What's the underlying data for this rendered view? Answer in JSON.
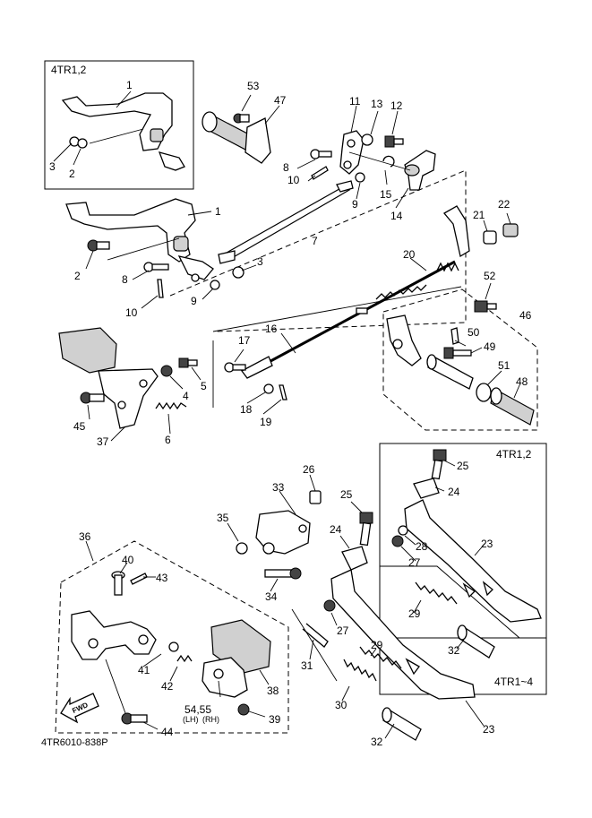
{
  "diagram": {
    "drawing_code": "4TR6010-838P",
    "fwd_label": "FWD",
    "frame_labels": {
      "variant_a_top": "4TR1,2",
      "variant_a_right": "4TR1,2",
      "variant_b_right": "4TR1~4"
    },
    "sub_labels": {
      "lh": "(LH)",
      "rh": "(RH)"
    },
    "callouts": [
      "1",
      "1",
      "2",
      "2",
      "3",
      "3",
      "4",
      "5",
      "6",
      "7",
      "8",
      "8",
      "9",
      "9",
      "10",
      "10",
      "11",
      "12",
      "13",
      "14",
      "15",
      "16",
      "17",
      "18",
      "19",
      "20",
      "21",
      "22",
      "23",
      "23",
      "24",
      "24",
      "25",
      "25",
      "26",
      "27",
      "27",
      "28",
      "29",
      "29",
      "30",
      "31",
      "32",
      "32",
      "33",
      "34",
      "35",
      "36",
      "37",
      "38",
      "39",
      "40",
      "41",
      "42",
      "43",
      "44",
      "45",
      "46",
      "47",
      "48",
      "49",
      "50",
      "51",
      "52",
      "53",
      "54,55"
    ]
  }
}
